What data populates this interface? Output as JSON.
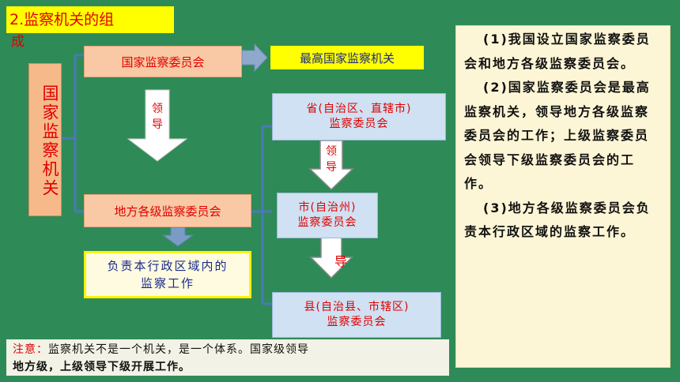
{
  "title": {
    "line1": "2.监察机关的组",
    "line2": "成"
  },
  "main_label": "国家监察机关",
  "national_commission": "国家监察委员会",
  "highest_organ": "最高国家监察机关",
  "lead_label_1": [
    "领",
    "导"
  ],
  "local_commission": "地方各级监察委员会",
  "duty": {
    "line1": "负责本行政区域内的",
    "line2": "监察工作"
  },
  "province": {
    "line1": "省(自治区、直辖市)",
    "line2": "监察委员会"
  },
  "lead_label_2": [
    "领",
    "导"
  ],
  "city": {
    "line1": "市(自治州)",
    "line2": "监察委员会"
  },
  "lead_label_3": [
    "导"
  ],
  "county": {
    "line1": "县(自治县、市辖区)",
    "line2": "监察委员会"
  },
  "right_panel": {
    "p1": "(1)我国设立国家监察委员会和地方各级监察委员会。",
    "p2": "(2)国家监察委员会是最高监察机关，领导地方各级监察委员会的工作；上级监察委员会领导下级监察委员会的工作。",
    "p3": "(3)地方各级监察委员会负责本行政区域的监察工作。"
  },
  "note": {
    "label": "注意：",
    "text1": "监察机关不是一个机关，是一个体系。国家级领导",
    "text2": "地方级，上级领导下级开展工作。"
  },
  "colors": {
    "background": "#2e8b57",
    "title_highlight": "#ffff00",
    "red_text": "#e00000",
    "salmon_box": "#f8c9a4",
    "blue_box": "#cfe1f2",
    "arrow_blue": "#7a9cc4"
  }
}
